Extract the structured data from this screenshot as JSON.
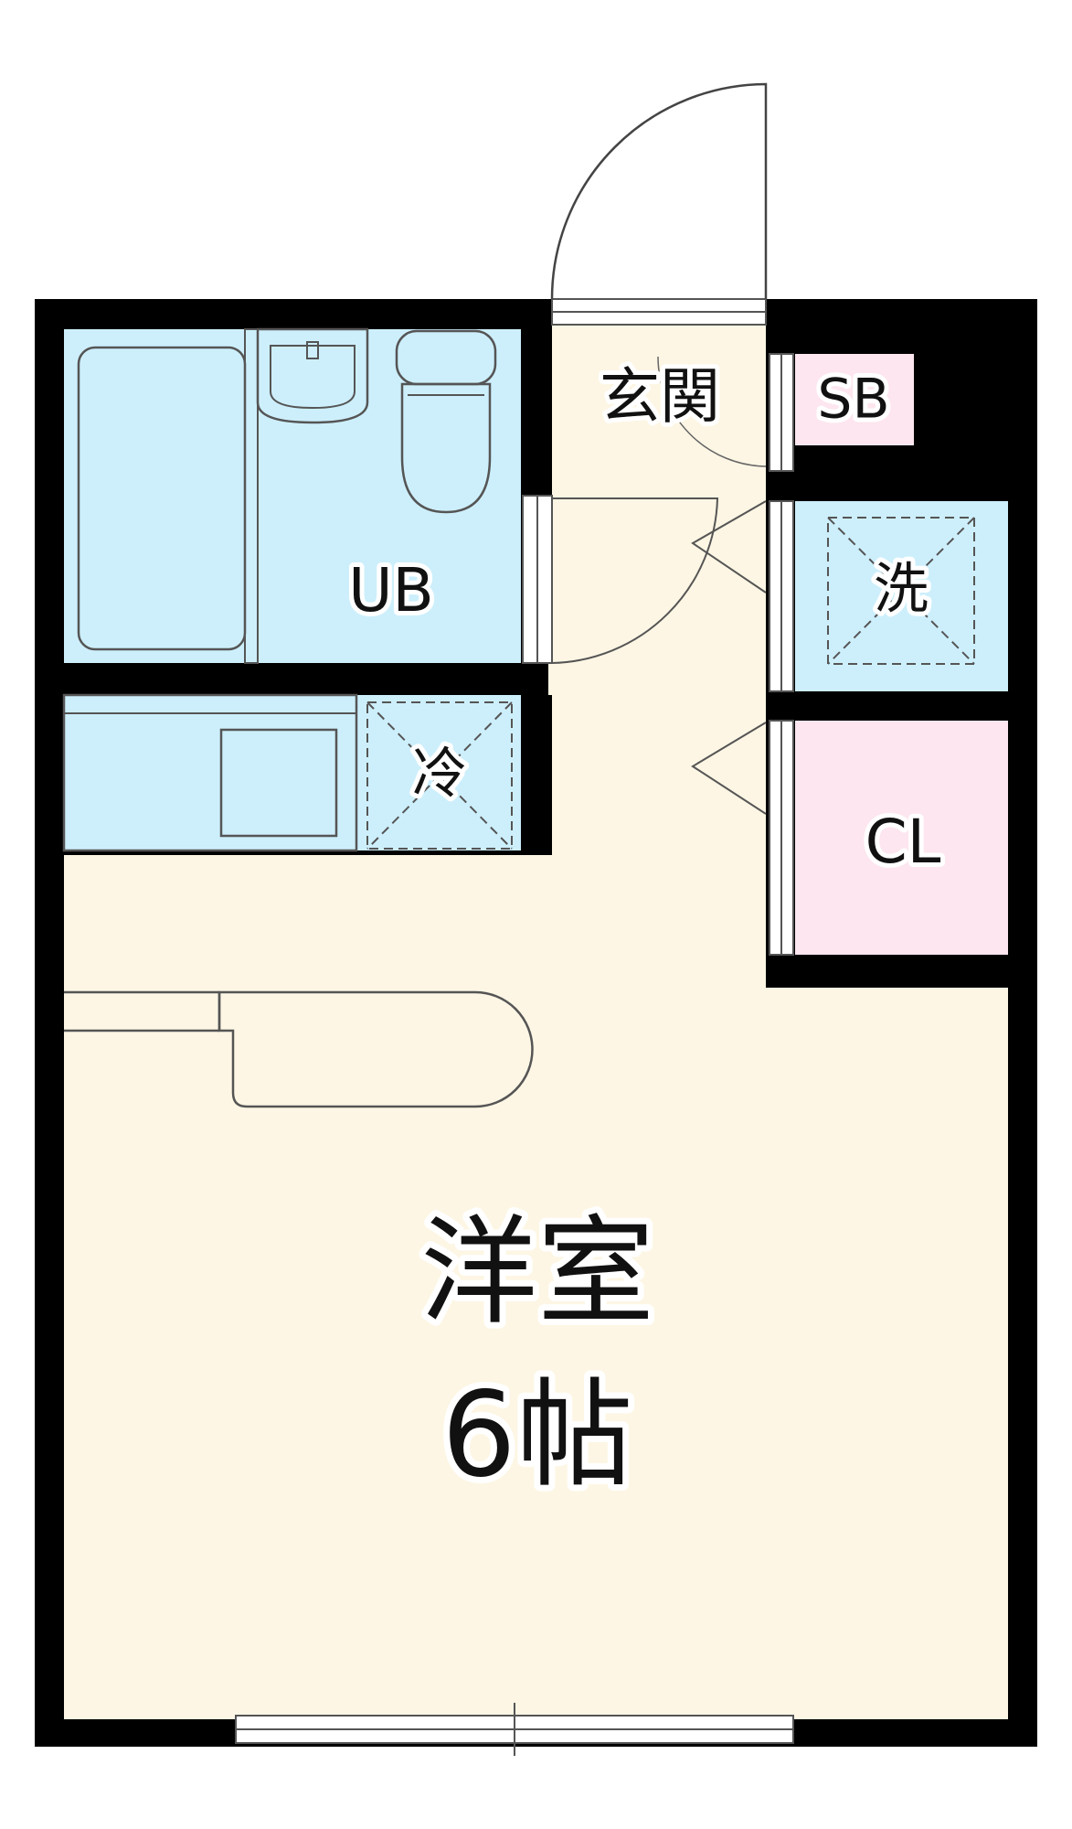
{
  "floor_plan": {
    "rooms": {
      "entrance": "玄関",
      "shoe_box": "SB",
      "unit_bath": "UB",
      "washer": "洗",
      "fridge": "冷",
      "closet": "CL",
      "western_room": "洋室",
      "room_size": "6帖"
    },
    "colors": {
      "wall": "#000000",
      "floor": "#fdf6e4",
      "wet_area": "#cdeffc",
      "storage": "#fde6ef",
      "line": "#555555"
    }
  }
}
